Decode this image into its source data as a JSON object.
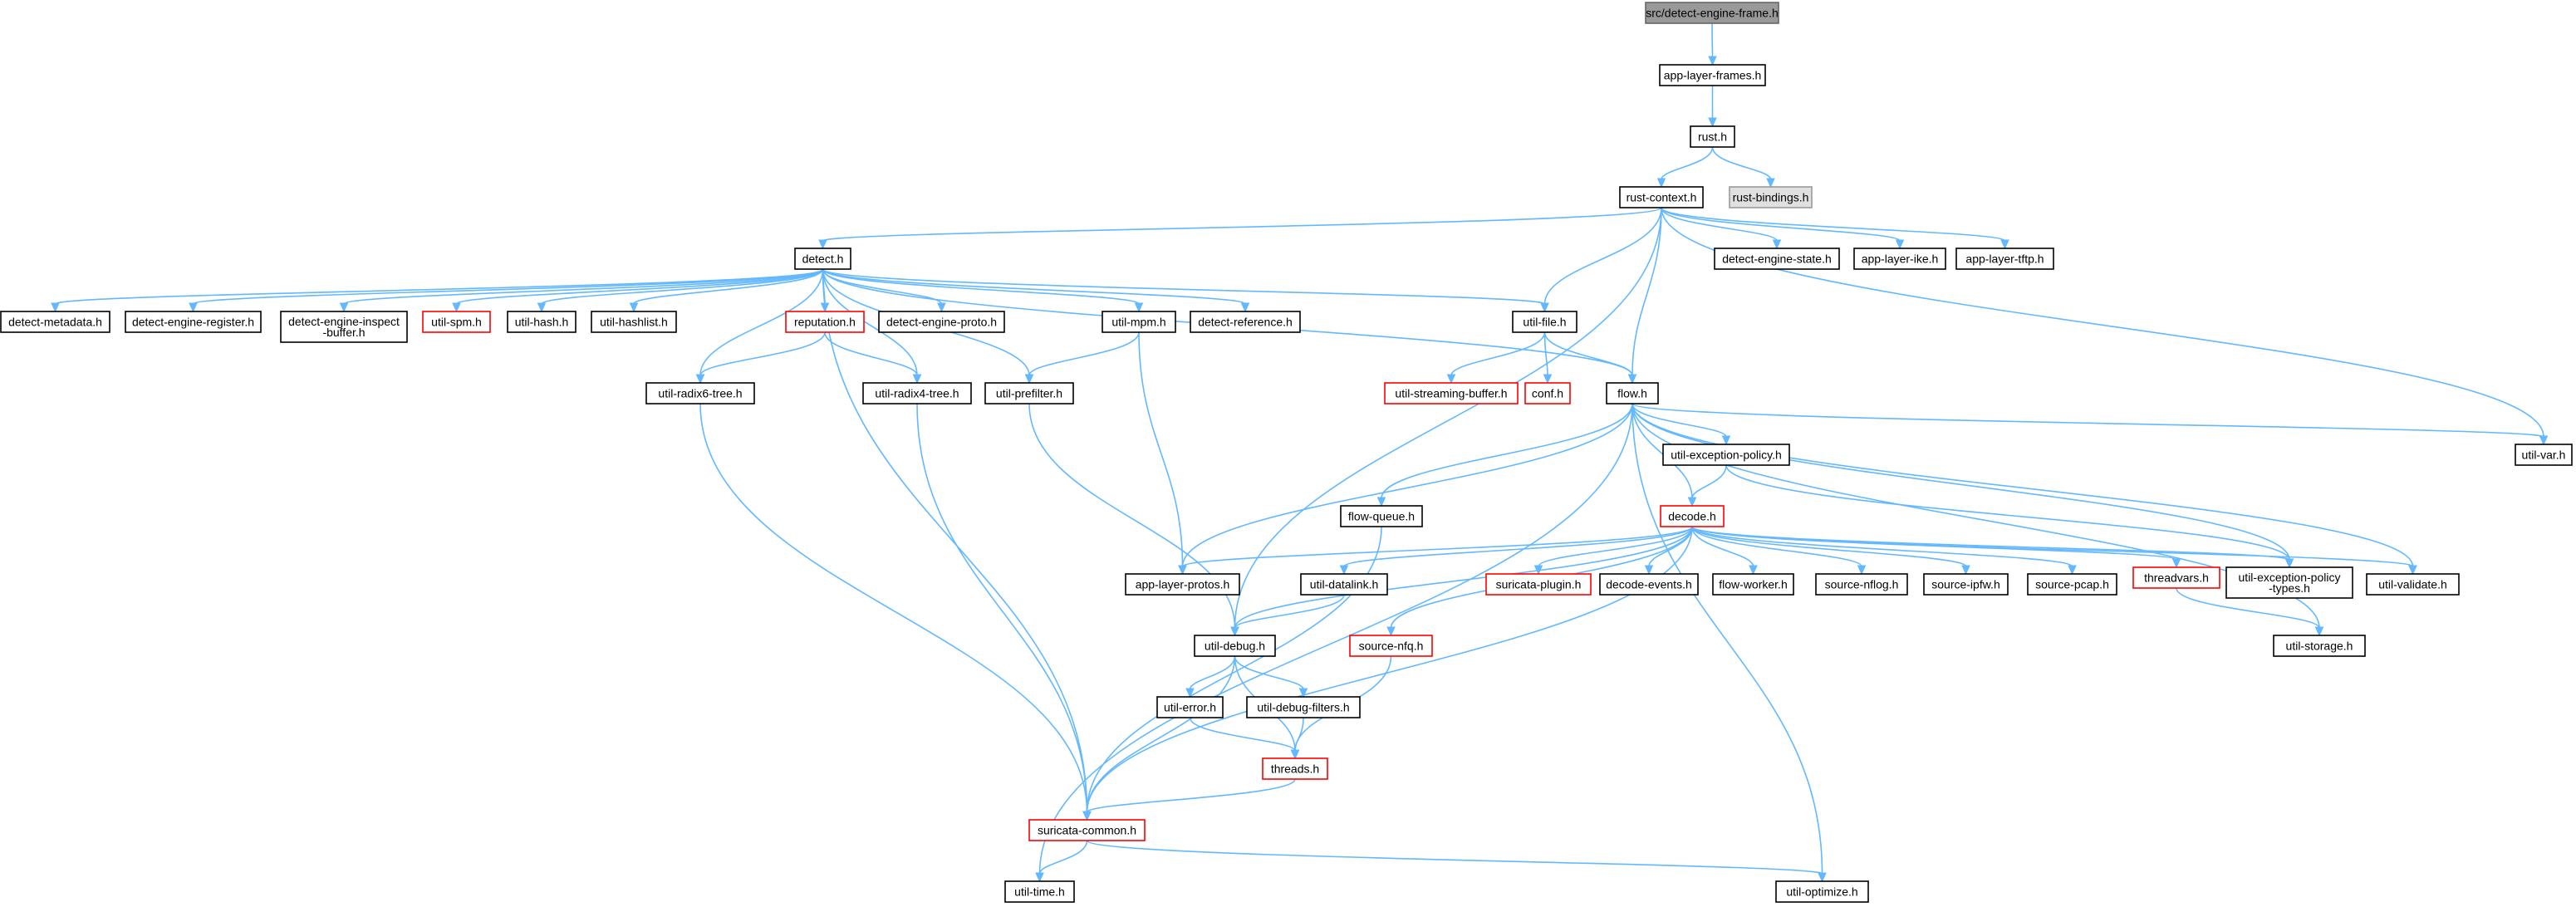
{
  "diagram": {
    "type": "include-dependency-graph",
    "colors": {
      "edge": "#63b8ff",
      "root_fill": "#999999",
      "root_stroke": "#666666",
      "node_fill": "#ffffff",
      "node_stroke": "#000000",
      "incomplete_stroke": "#ff0000",
      "grey_fill": "#e0e0e0",
      "grey_stroke": "#999999",
      "text": "#000000"
    },
    "nodes": [
      {
        "id": "root",
        "label": "src/detect-engine-frame.h",
        "style": "root"
      },
      {
        "id": "app_layer_frames",
        "label": "app-layer-frames.h",
        "style": "normal"
      },
      {
        "id": "rust",
        "label": "rust.h",
        "style": "normal"
      },
      {
        "id": "rust_context",
        "label": "rust-context.h",
        "style": "normal"
      },
      {
        "id": "rust_bindings",
        "label": "rust-bindings.h",
        "style": "grey"
      },
      {
        "id": "detect",
        "label": "detect.h",
        "style": "normal"
      },
      {
        "id": "detect_engine_state",
        "label": "detect-engine-state.h",
        "style": "normal"
      },
      {
        "id": "app_layer_ike",
        "label": "app-layer-ike.h",
        "style": "normal"
      },
      {
        "id": "app_layer_tftp",
        "label": "app-layer-tftp.h",
        "style": "normal"
      },
      {
        "id": "detect_metadata",
        "label": "detect-metadata.h",
        "style": "normal"
      },
      {
        "id": "detect_engine_register",
        "label": "detect-engine-register.h",
        "style": "normal"
      },
      {
        "id": "detect_engine_inspect_buffer",
        "label": [
          "detect-engine-inspect",
          "-buffer.h"
        ],
        "style": "normal"
      },
      {
        "id": "util_spm",
        "label": "util-spm.h",
        "style": "red"
      },
      {
        "id": "util_hash",
        "label": "util-hash.h",
        "style": "normal"
      },
      {
        "id": "util_hashlist",
        "label": "util-hashlist.h",
        "style": "normal"
      },
      {
        "id": "reputation",
        "label": "reputation.h",
        "style": "red"
      },
      {
        "id": "detect_engine_proto",
        "label": "detect-engine-proto.h",
        "style": "normal"
      },
      {
        "id": "util_mpm",
        "label": "util-mpm.h",
        "style": "normal"
      },
      {
        "id": "detect_reference",
        "label": "detect-reference.h",
        "style": "normal"
      },
      {
        "id": "util_file",
        "label": "util-file.h",
        "style": "normal"
      },
      {
        "id": "util_radix6_tree",
        "label": "util-radix6-tree.h",
        "style": "normal"
      },
      {
        "id": "util_radix4_tree",
        "label": "util-radix4-tree.h",
        "style": "normal"
      },
      {
        "id": "util_prefilter",
        "label": "util-prefilter.h",
        "style": "normal"
      },
      {
        "id": "util_streaming_buffer",
        "label": "util-streaming-buffer.h",
        "style": "red"
      },
      {
        "id": "conf",
        "label": "conf.h",
        "style": "red"
      },
      {
        "id": "flow",
        "label": "flow.h",
        "style": "normal"
      },
      {
        "id": "util_var",
        "label": "util-var.h",
        "style": "normal"
      },
      {
        "id": "util_exception_policy",
        "label": "util-exception-policy.h",
        "style": "normal"
      },
      {
        "id": "flow_queue",
        "label": "flow-queue.h",
        "style": "normal"
      },
      {
        "id": "decode",
        "label": "decode.h",
        "style": "red"
      },
      {
        "id": "app_layer_protos",
        "label": "app-layer-protos.h",
        "style": "normal"
      },
      {
        "id": "util_datalink",
        "label": "util-datalink.h",
        "style": "normal"
      },
      {
        "id": "suricata_plugin",
        "label": "suricata-plugin.h",
        "style": "red"
      },
      {
        "id": "decode_events",
        "label": "decode-events.h",
        "style": "normal"
      },
      {
        "id": "flow_worker",
        "label": "flow-worker.h",
        "style": "normal"
      },
      {
        "id": "source_nflog",
        "label": "source-nflog.h",
        "style": "normal"
      },
      {
        "id": "source_ipfw",
        "label": "source-ipfw.h",
        "style": "normal"
      },
      {
        "id": "source_pcap",
        "label": "source-pcap.h",
        "style": "normal"
      },
      {
        "id": "threadvars",
        "label": "threadvars.h",
        "style": "red"
      },
      {
        "id": "util_exception_policy_types",
        "label": [
          "util-exception-policy",
          "-types.h"
        ],
        "style": "normal"
      },
      {
        "id": "util_validate",
        "label": "util-validate.h",
        "style": "normal"
      },
      {
        "id": "util_debug",
        "label": "util-debug.h",
        "style": "normal"
      },
      {
        "id": "source_nfq",
        "label": "source-nfq.h",
        "style": "red"
      },
      {
        "id": "util_storage",
        "label": "util-storage.h",
        "style": "normal"
      },
      {
        "id": "util_error",
        "label": "util-error.h",
        "style": "normal"
      },
      {
        "id": "util_debug_filters",
        "label": "util-debug-filters.h",
        "style": "normal"
      },
      {
        "id": "threads",
        "label": "threads.h",
        "style": "red"
      },
      {
        "id": "suricata_common",
        "label": "suricata-common.h",
        "style": "red"
      },
      {
        "id": "util_time",
        "label": "util-time.h",
        "style": "normal"
      },
      {
        "id": "util_optimize",
        "label": "util-optimize.h",
        "style": "normal"
      }
    ],
    "edges": [
      [
        "root",
        "app_layer_frames"
      ],
      [
        "app_layer_frames",
        "rust"
      ],
      [
        "rust",
        "rust_context"
      ],
      [
        "rust",
        "rust_bindings"
      ],
      [
        "rust_context",
        "detect"
      ],
      [
        "rust_context",
        "detect_engine_state"
      ],
      [
        "rust_context",
        "app_layer_ike"
      ],
      [
        "rust_context",
        "app_layer_tftp"
      ],
      [
        "rust_context",
        "util_file"
      ],
      [
        "rust_context",
        "flow"
      ],
      [
        "rust_context",
        "util_debug"
      ],
      [
        "rust_context",
        "util_var"
      ],
      [
        "detect",
        "detect_metadata"
      ],
      [
        "detect",
        "detect_engine_register"
      ],
      [
        "detect",
        "detect_engine_inspect_buffer"
      ],
      [
        "detect",
        "util_spm"
      ],
      [
        "detect",
        "util_hash"
      ],
      [
        "detect",
        "util_hashlist"
      ],
      [
        "detect",
        "reputation"
      ],
      [
        "detect",
        "detect_engine_proto"
      ],
      [
        "detect",
        "util_mpm"
      ],
      [
        "detect",
        "detect_reference"
      ],
      [
        "detect",
        "util_file"
      ],
      [
        "detect",
        "flow"
      ],
      [
        "detect",
        "util_radix6_tree"
      ],
      [
        "detect",
        "util_radix4_tree"
      ],
      [
        "detect",
        "util_prefilter"
      ],
      [
        "detect",
        "suricata_common"
      ],
      [
        "reputation",
        "util_radix6_tree"
      ],
      [
        "reputation",
        "util_radix4_tree"
      ],
      [
        "util_mpm",
        "util_prefilter"
      ],
      [
        "util_mpm",
        "app_layer_protos"
      ],
      [
        "util_file",
        "util_streaming_buffer"
      ],
      [
        "util_file",
        "conf"
      ],
      [
        "util_file",
        "flow"
      ],
      [
        "util_radix6_tree",
        "suricata_common"
      ],
      [
        "util_radix4_tree",
        "suricata_common"
      ],
      [
        "util_prefilter",
        "util_debug"
      ],
      [
        "flow",
        "util_var"
      ],
      [
        "flow",
        "util_exception_policy"
      ],
      [
        "flow",
        "decode"
      ],
      [
        "flow",
        "flow_queue"
      ],
      [
        "flow",
        "app_layer_protos"
      ],
      [
        "flow",
        "util_exception_policy_types"
      ],
      [
        "flow",
        "util_validate"
      ],
      [
        "flow",
        "util_storage"
      ],
      [
        "flow",
        "util_time"
      ],
      [
        "flow",
        "util_optimize"
      ],
      [
        "util_exception_policy",
        "decode"
      ],
      [
        "util_exception_policy",
        "util_exception_policy_types"
      ],
      [
        "flow_queue",
        "suricata_common"
      ],
      [
        "decode",
        "app_layer_protos"
      ],
      [
        "decode",
        "util_datalink"
      ],
      [
        "decode",
        "suricata_plugin"
      ],
      [
        "decode",
        "decode_events"
      ],
      [
        "decode",
        "flow_worker"
      ],
      [
        "decode",
        "source_nflog"
      ],
      [
        "decode",
        "source_ipfw"
      ],
      [
        "decode",
        "source_pcap"
      ],
      [
        "decode",
        "threadvars"
      ],
      [
        "decode",
        "util_exception_policy_types"
      ],
      [
        "decode",
        "util_validate"
      ],
      [
        "decode",
        "util_debug"
      ],
      [
        "decode",
        "source_nfq"
      ],
      [
        "decode",
        "suricata_common"
      ],
      [
        "util_datalink",
        "util_debug"
      ],
      [
        "threadvars",
        "util_storage"
      ],
      [
        "util_debug",
        "util_error"
      ],
      [
        "util_debug",
        "util_debug_filters"
      ],
      [
        "util_debug",
        "threads"
      ],
      [
        "util_debug",
        "suricata_common"
      ],
      [
        "util_error",
        "threads"
      ],
      [
        "util_debug_filters",
        "threads"
      ],
      [
        "source_nfq",
        "threads"
      ],
      [
        "threads",
        "suricata_common"
      ],
      [
        "suricata_common",
        "util_time"
      ],
      [
        "suricata_common",
        "util_optimize"
      ]
    ]
  }
}
